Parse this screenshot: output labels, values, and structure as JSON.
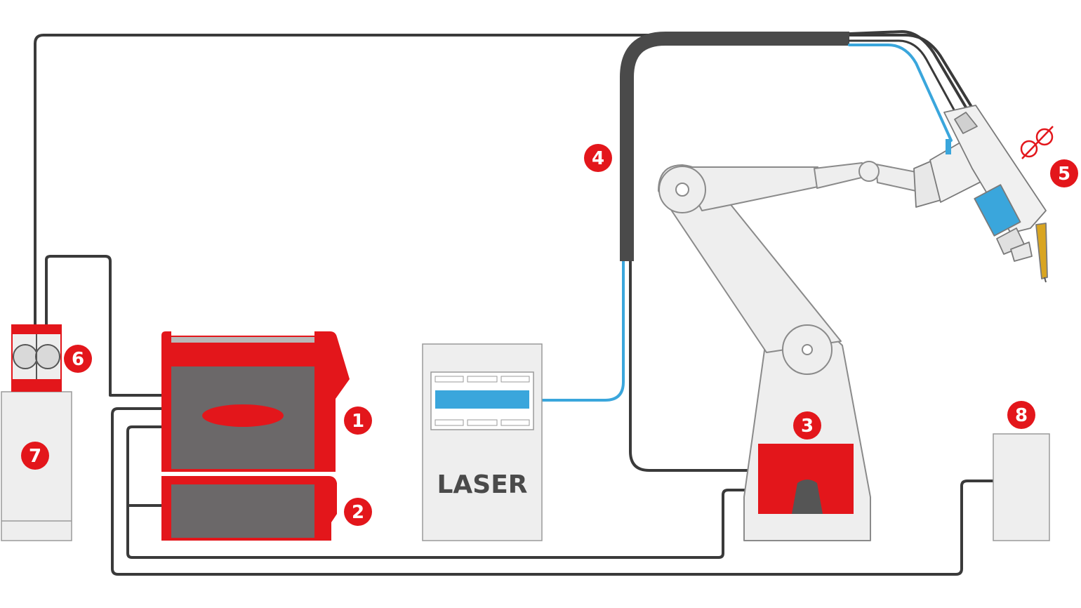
{
  "colors": {
    "red": "#e3161b",
    "dark_gray": "#6b6869",
    "cable": "#3a3a3a",
    "fiber_blue": "#3aa6dc",
    "panel_gray": "#eeeeee",
    "outline": "#9a9a9a"
  },
  "laser_unit": {
    "label": "LASER"
  },
  "badges": [
    {
      "id": "power-source",
      "number": "1"
    },
    {
      "id": "cooling-unit",
      "number": "2"
    },
    {
      "id": "robot-controller",
      "number": "3"
    },
    {
      "id": "cable-hose-package",
      "number": "4"
    },
    {
      "id": "laser-hybrid-head",
      "number": "5"
    },
    {
      "id": "wire-feeder",
      "number": "6"
    },
    {
      "id": "wire-drum",
      "number": "7"
    },
    {
      "id": "unit-8",
      "number": "8"
    }
  ],
  "icons": {
    "symbol_near_5": "percent-icon"
  }
}
